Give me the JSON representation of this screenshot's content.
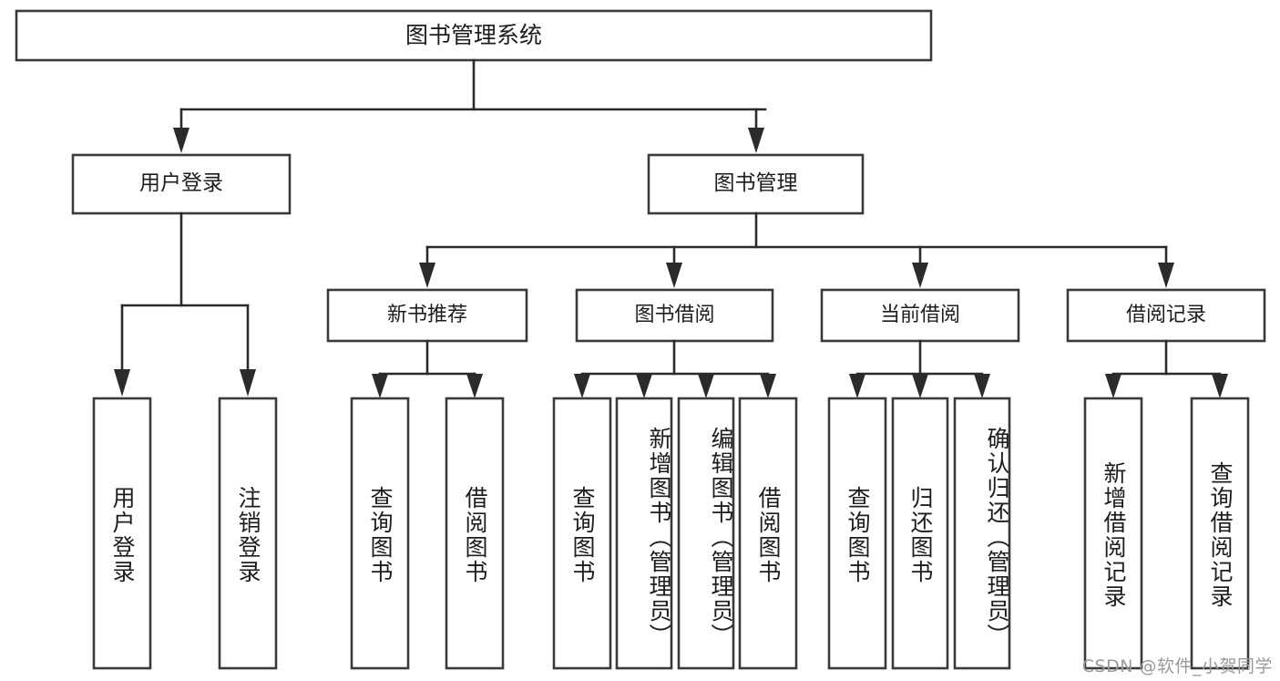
{
  "diagram": {
    "title": "图书管理系统",
    "watermark": "CSDN @软件_小贺同学",
    "colors": {
      "box_stroke": "#3a3a3a",
      "connector": "#2b2b2b",
      "box_fill": "#ffffff",
      "text": "#1d1d1d",
      "watermark": "#9a9a9a",
      "background": "#ffffff"
    },
    "root": {
      "label": "图书管理系统"
    },
    "level1": [
      {
        "label": "用户登录"
      },
      {
        "label": "图书管理"
      }
    ],
    "level2": [
      {
        "label": "新书推荐"
      },
      {
        "label": "图书借阅"
      },
      {
        "label": "当前借阅"
      },
      {
        "label": "借阅记录"
      }
    ],
    "leaves": {
      "user_login": [
        {
          "label": "用户登录"
        },
        {
          "label": "注销登录"
        }
      ],
      "new_book_recommend": [
        {
          "label": "查询图书"
        },
        {
          "label": "借阅图书"
        }
      ],
      "book_borrow": [
        {
          "label": "查询图书"
        },
        {
          "label": "新增图书（管理员）"
        },
        {
          "label": "编辑图书（管理员）"
        },
        {
          "label": "借阅图书"
        }
      ],
      "current_borrow": [
        {
          "label": "查询图书"
        },
        {
          "label": "归还图书"
        },
        {
          "label": "确认归还（管理员）"
        }
      ],
      "borrow_record": [
        {
          "label": "新增借阅记录"
        },
        {
          "label": "查询借阅记录"
        }
      ]
    }
  }
}
